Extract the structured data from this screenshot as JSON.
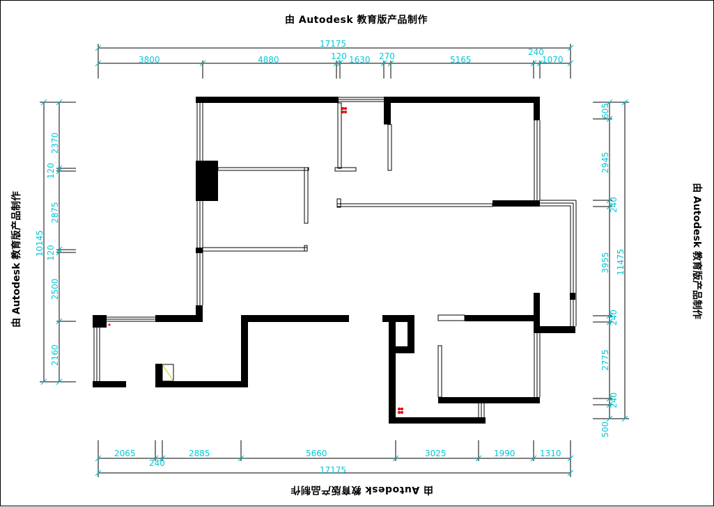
{
  "watermark": {
    "top": "由 Autodesk 教育版产品制作",
    "bottom": "由 Autodesk 教育版产品制作",
    "left": "由 Autodesk 教育版产品制作",
    "right": "由 Autodesk 教育版产品制作"
  },
  "dimensions": {
    "top_total": "17175",
    "top_segments": [
      "3800",
      "4880",
      "120",
      "1630",
      "270",
      "5165",
      "240",
      "1070"
    ],
    "bottom_total": "17175",
    "bottom_segments": [
      "2065",
      "240",
      "2885",
      "5660",
      "3025",
      "1990",
      "1310"
    ],
    "left_total": "10145",
    "left_segments": [
      "2370",
      "120",
      "2875",
      "120",
      "2500",
      "2160"
    ],
    "right_total": "11475",
    "right_segments": [
      "605",
      "2945",
      "240",
      "3955",
      "240",
      "2775",
      "240",
      "500"
    ]
  },
  "colors": {
    "wall": "#000000",
    "dimension": "#00c8d8",
    "window": "#000000",
    "fixture": "#e00000"
  }
}
